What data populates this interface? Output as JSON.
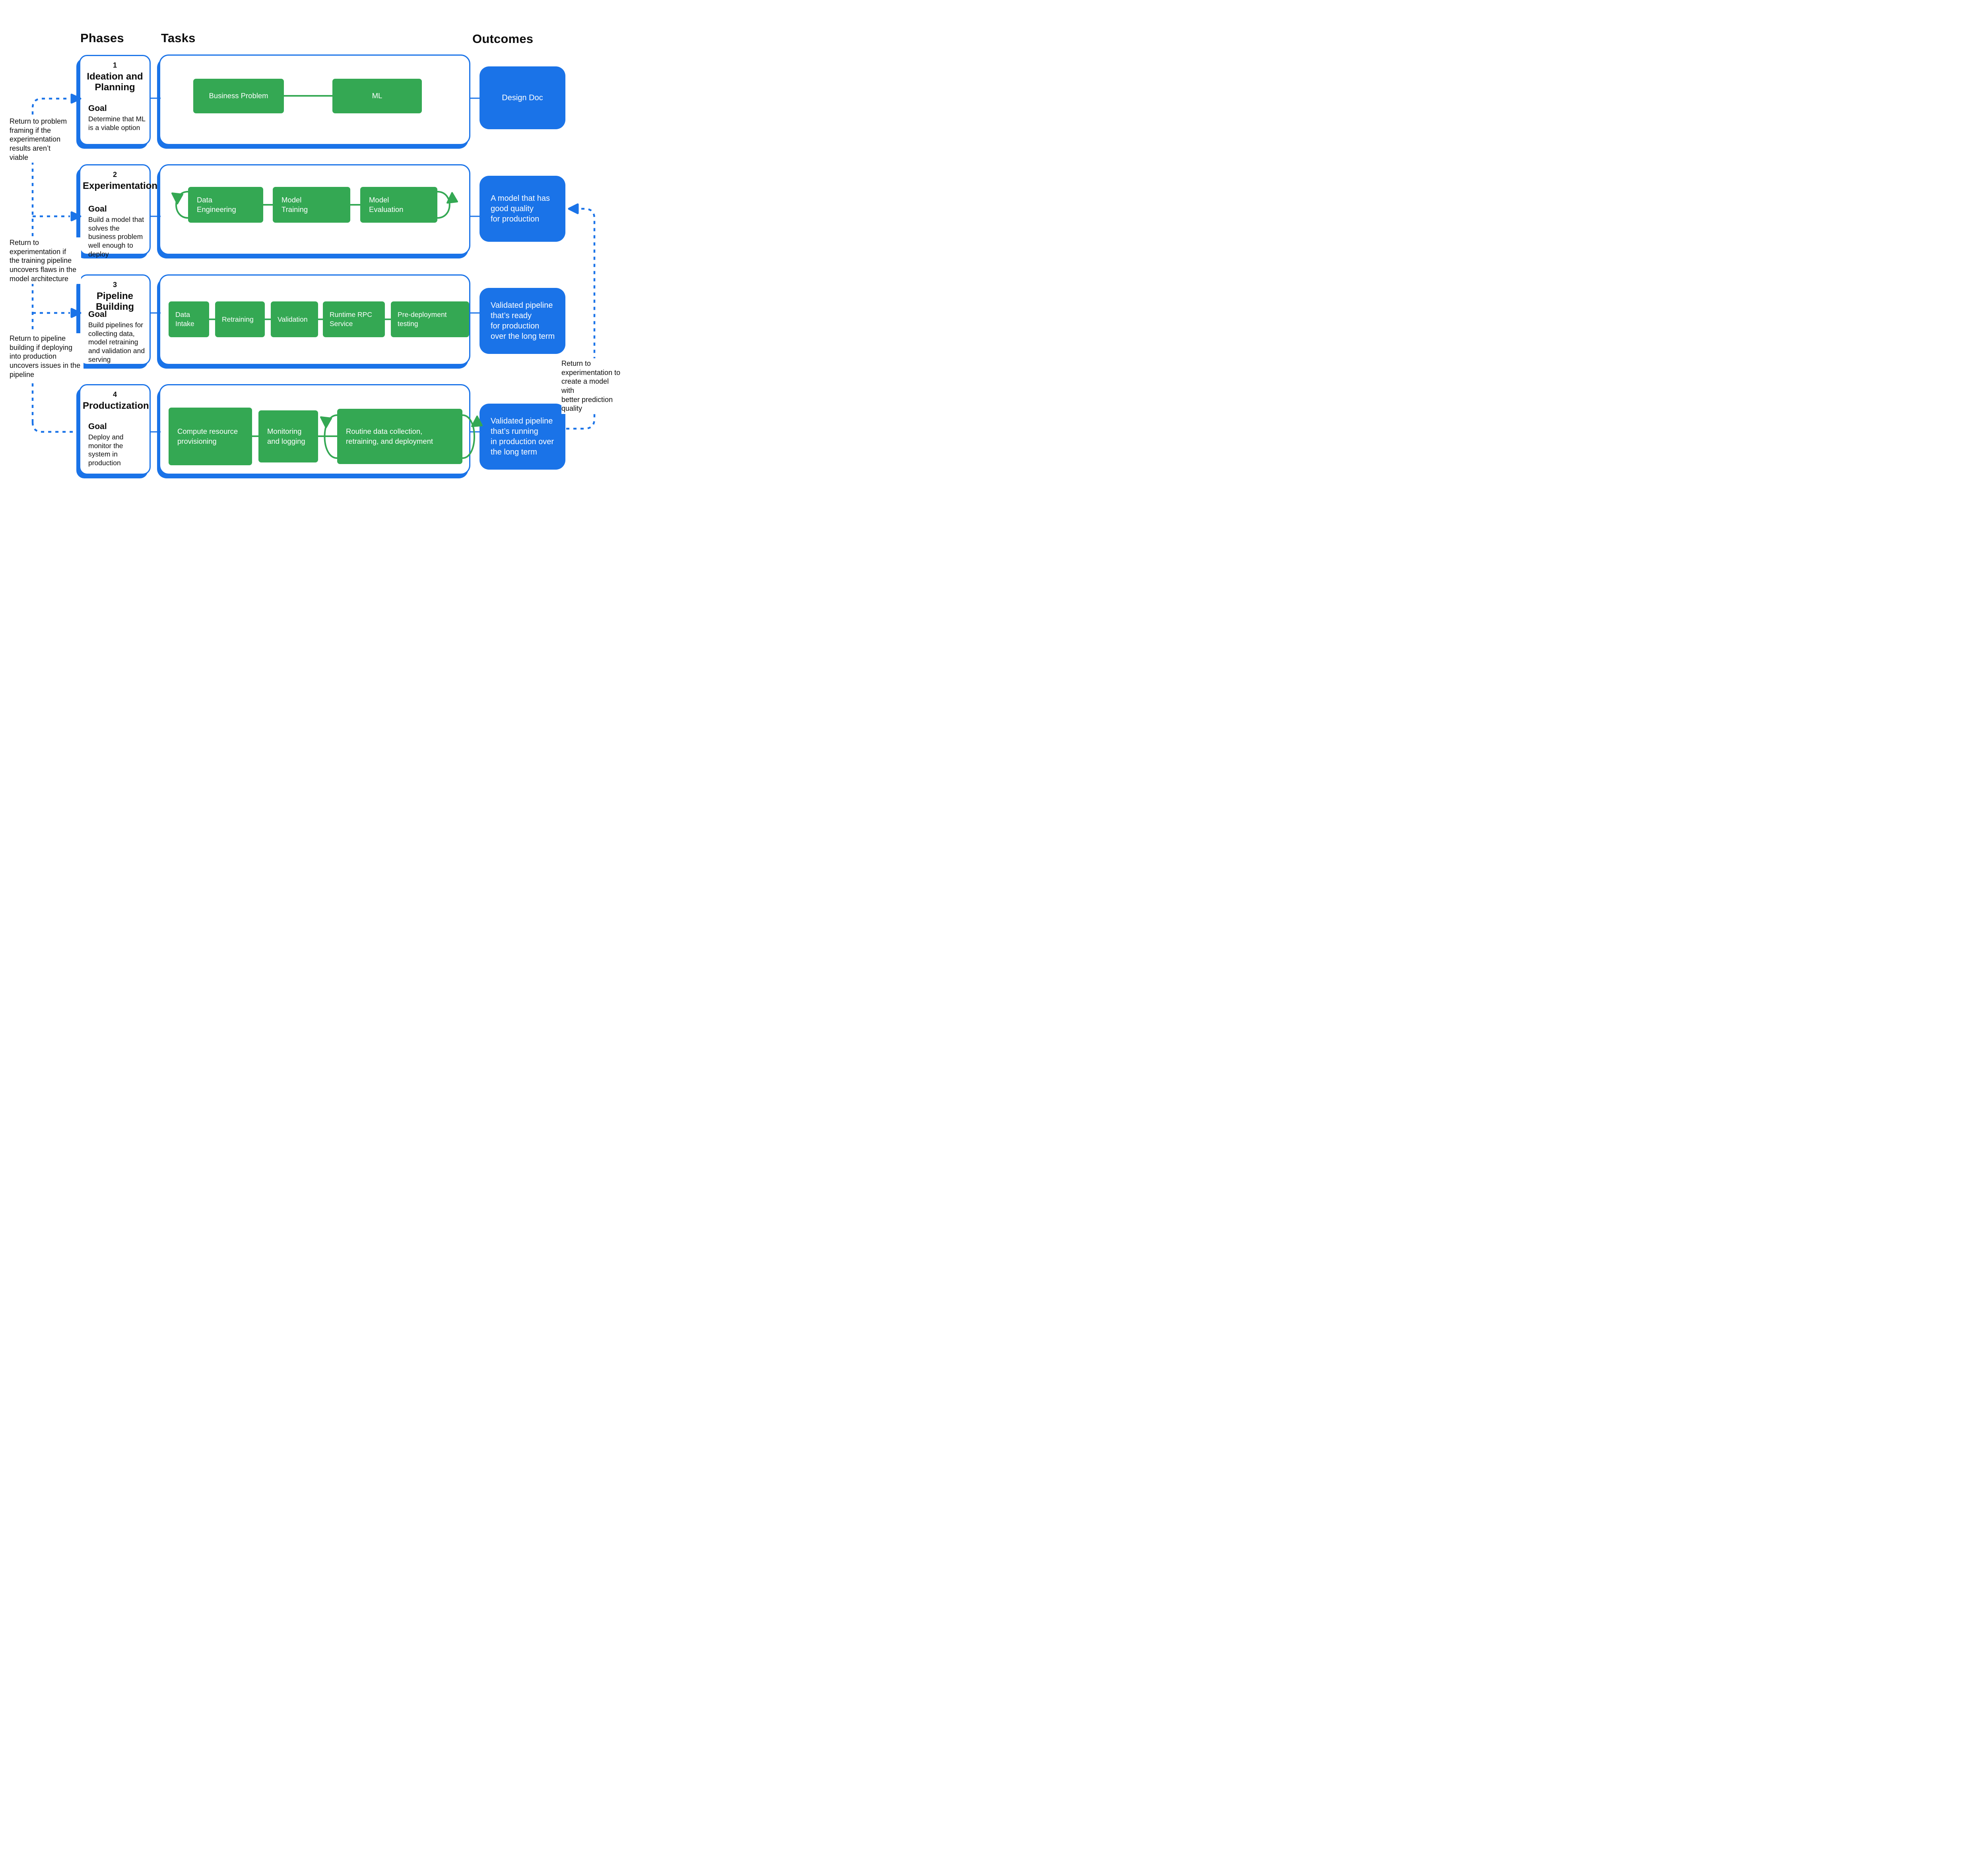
{
  "headers": {
    "phases": "Phases",
    "tasks": "Tasks",
    "outcomes": "Outcomes"
  },
  "colors": {
    "blue": "#1a73e8",
    "green": "#34a853",
    "text": "#0d0d0d",
    "white": "#ffffff"
  },
  "phases": [
    {
      "number": "1",
      "title": "Ideation and Planning",
      "goal_label": "Goal",
      "goal": "Determine that ML is a viable option"
    },
    {
      "number": "2",
      "title": "Experimentation",
      "goal_label": "Goal",
      "goal": "Build a model that solves the business problem well enough to deploy"
    },
    {
      "number": "3",
      "title": "Pipeline Building",
      "goal_label": "Goal",
      "goal": "Build pipelines for collecting data, model retraining and validation and serving"
    },
    {
      "number": "4",
      "title": "Productization",
      "goal_label": "Goal",
      "goal": "Deploy and monitor the system in production"
    }
  ],
  "tasks": {
    "row1": [
      {
        "label": "Business Problem"
      },
      {
        "label": "ML"
      }
    ],
    "row2": [
      {
        "label": "Data\nEngineering"
      },
      {
        "label": "Model\nTraining"
      },
      {
        "label": "Model\nEvaluation"
      }
    ],
    "row3": [
      {
        "label": "Data\nIntake"
      },
      {
        "label": "Retraining"
      },
      {
        "label": "Validation"
      },
      {
        "label": "Runtime RPC\nService"
      },
      {
        "label": "Pre-deployment\ntesting"
      }
    ],
    "row4": [
      {
        "label": "Compute  resource\nprovisioning"
      },
      {
        "label": "Monitoring\nand logging"
      },
      {
        "label": "Routine data collection,\nretraining, and deployment"
      }
    ]
  },
  "outcomes": [
    {
      "label": "Design Doc"
    },
    {
      "label": "A model that has\ngood quality\nfor production"
    },
    {
      "label": "Validated pipeline\nthat’s ready\nfor production\nover the long term"
    },
    {
      "label": "Validated pipeline\nthat’s running\nin production over\nthe long term"
    }
  ],
  "return_notes": [
    {
      "text": "Return to problem\nframing if the\nexperimentation\nresults aren’t viable"
    },
    {
      "text": "Return to\nexperimentation if\nthe training pipeline\nuncovers flaws in the\nmodel architecture"
    },
    {
      "text": "Return to pipeline\nbuilding if deploying\ninto production\nuncovers issues in the\npipeline"
    },
    {
      "text": "Return to\nexperimentation to\ncreate a model with\nbetter prediction\nquality"
    }
  ]
}
